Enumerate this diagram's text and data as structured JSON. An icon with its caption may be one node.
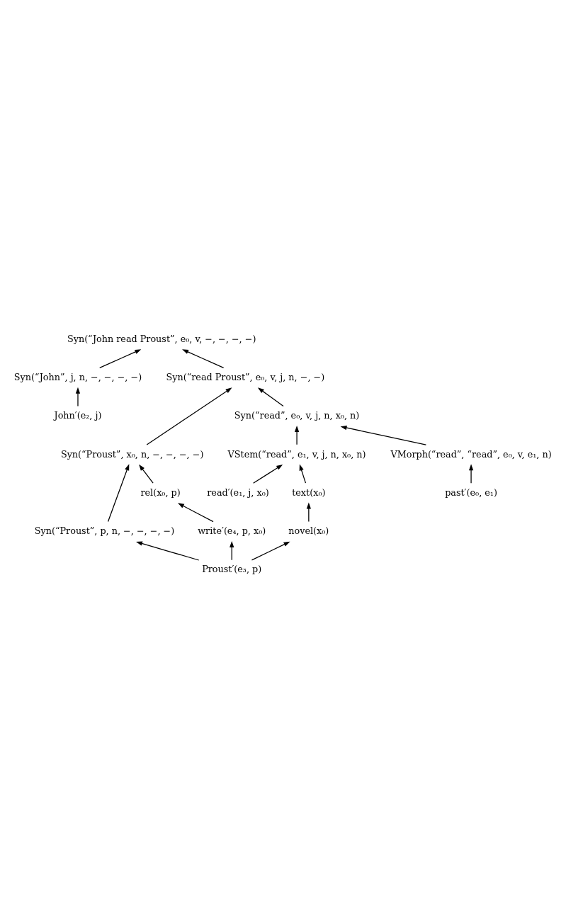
{
  "diagram": {
    "nodes": [
      {
        "text": [
          "Syn(“John read Proust”, e₀, v, −, −, −, −)"
        ]
      },
      {
        "text": [
          "Syn(“John”, j, n, −, −, −, −)"
        ]
      },
      {
        "text": [
          "John′(e₂, j)"
        ]
      },
      {
        "text": [
          "Syn(“read Proust”, e₀, v, j, n, −, −)"
        ]
      },
      {
        "text": [
          "Syn(“read”, e₀, v, j, n, x₀, n)"
        ]
      },
      {
        "text": [
          "Syn(“Proust”, x₀, n, −, −, −, −)"
        ]
      },
      {
        "text": [
          "Syn(“Proust”, p, n, −, −, −, −)"
        ]
      },
      {
        "text": [
          "rel(x₀, p)"
        ]
      },
      {
        "text": [
          "VMorph(“read”, “read”, e₀, v, e₁, n)"
        ]
      },
      {
        "text": [
          "past′(e₀, e₁)"
        ]
      },
      {
        "text": [
          "VStem(“read”, e₁, v, j, n, x₀, n)"
        ]
      },
      {
        "text": [
          "read′(e₁, j, x₀)"
        ]
      },
      {
        "text": [
          "text(x₀)"
        ]
      },
      {
        "text": [
          "novel(x₀)"
        ]
      },
      {
        "text": [
          "write′(e₄, p, x₀)"
        ]
      },
      {
        "text": [
          "Proust′(e₃, p)"
        ]
      }
    ],
    "edges": [
      {
        "from": 1,
        "to": 0,
        "arrow": "to"
      },
      {
        "from": 3,
        "to": 0,
        "arrow": "to"
      },
      {
        "from": 2,
        "to": 1,
        "arrow": "to"
      },
      {
        "from": 4,
        "to": 3,
        "arrow": "to"
      },
      {
        "from": 5,
        "to": 3,
        "arrow": "to"
      },
      {
        "from": 7,
        "to": 5,
        "arrow": "to"
      },
      {
        "from": 6,
        "to": 5,
        "arrow": "to"
      },
      {
        "from": 8,
        "to": 4,
        "arrow": "to"
      },
      {
        "from": 10,
        "to": 4,
        "arrow": "to"
      },
      {
        "from": 14,
        "to": 7,
        "arrow": "to"
      },
      {
        "from": 15,
        "to": 6,
        "arrow": "to"
      },
      {
        "from": 9,
        "to": 8,
        "arrow": "to"
      },
      {
        "from": 11,
        "to": 10,
        "arrow": "to"
      },
      {
        "from": 12,
        "to": 10,
        "arrow": "to"
      },
      {
        "from": 13,
        "to": 12,
        "arrow": "to"
      },
      {
        "from": 15,
        "to": 13,
        "arrow": "to"
      },
      {
        "from": 15,
        "to": 14,
        "arrow": "to"
      }
    ]
  }
}
